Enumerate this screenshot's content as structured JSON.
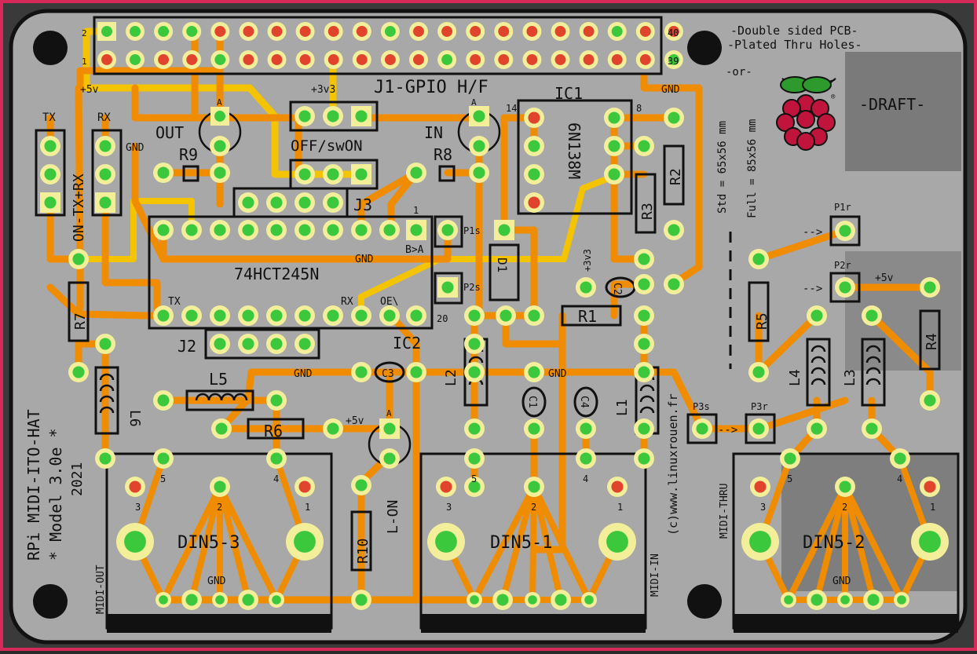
{
  "colors": {
    "outer_border": "#d7285a",
    "board": "#a8a8a8",
    "trace": "#f08c00",
    "trace_highlight": "#f5c400",
    "pad_outer": "#f2ee9a",
    "pad_green": "#3cc83c",
    "pad_red": "#e0442c",
    "ink": "#111111",
    "draft_block": "#7a7a7a",
    "raspberry_red": "#c0143c",
    "leaf_green": "#2e9a2e"
  },
  "gpio": {
    "title": "J1-GPIO H/F",
    "pin_2": "2",
    "pin_1": "1",
    "pin_40": "40",
    "pin_39": "39"
  },
  "notes": {
    "line1": "-Double sided PCB-",
    "line2": "-Plated Thru Holes-",
    "draft": "-DRAFT-",
    "or": "-or-",
    "std": "Std = 65x56 mm",
    "full": "Full = 85x56 mm",
    "copyright": "(c)www.linuxrouen.fr",
    "registered": "®"
  },
  "board_title": {
    "line1": "RPi MIDI-ITO-HAT",
    "line2": "* Model 3.0e *",
    "line3": "2021"
  },
  "labels": {
    "v5_top": "+5v",
    "v3_top": "+3v3",
    "tx": "TX",
    "rx": "RX",
    "gnd_left": "GND",
    "on_tx_rx": "ON-TX+RX",
    "out": "OUT",
    "in": "IN",
    "anode_out": "A",
    "anode_in": "A",
    "anode_lon": "A",
    "r9": "R9",
    "r8": "R8",
    "off_swon": "OFF/swON",
    "j3": "J3",
    "ic1": "IC1",
    "ic1_pin14": "14",
    "ic1_pin8": "8",
    "gnd_ic1": "GND",
    "chip_6n138m": "6N138M",
    "r3": "R3",
    "r2": "R2",
    "r7": "R7",
    "ic2_chip": "74HCT245N",
    "gnd_mid": "GND",
    "ic2_tx": "TX",
    "ic2_rx": "RX",
    "oe": "OE\\",
    "pin20": "20",
    "pin1": "1",
    "b_a": "B>A",
    "j2": "J2",
    "ic2": "IC2",
    "p1s": "P1s",
    "p2s": "P2s",
    "d1": "D1",
    "v3_mid": "+3v3",
    "c2": "C2",
    "r1": "R1",
    "l2": "L2",
    "l1": "L1",
    "l5": "L5",
    "l6": "L6",
    "r6": "R6",
    "gnd_c3": "GND",
    "c3": "C3",
    "v5_mid": "+5v",
    "gnd_c1": "GND",
    "c1": "C1",
    "c4": "C4",
    "r10": "R10",
    "l_on": "L-ON",
    "p1r": "P1r",
    "p2r": "P2r",
    "p3s": "P3s",
    "p3r": "P3r",
    "v5_right": "+5v",
    "r5": "R5",
    "r4": "R4",
    "l4": "L4",
    "l3": "L3",
    "arrow_p1r": "-->",
    "arrow_p2r": "-->",
    "arrow_p3": "-->",
    "midi_out": "MIDI-OUT",
    "midi_in": "MIDI-IN",
    "midi_thru": "MIDI-THRU"
  },
  "din": [
    {
      "name": "DIN5-3",
      "p5": "5",
      "p4": "4",
      "p3": "3",
      "p1": "1",
      "p2": "2",
      "gnd": "GND"
    },
    {
      "name": "DIN5-1",
      "p5": "5",
      "p4": "4",
      "p3": "3",
      "p1": "1",
      "p2": "2"
    },
    {
      "name": "DIN5-2",
      "p5": "5",
      "p4": "4",
      "p3": "3",
      "p1": "1",
      "p2": "2",
      "gnd": "GND"
    }
  ]
}
